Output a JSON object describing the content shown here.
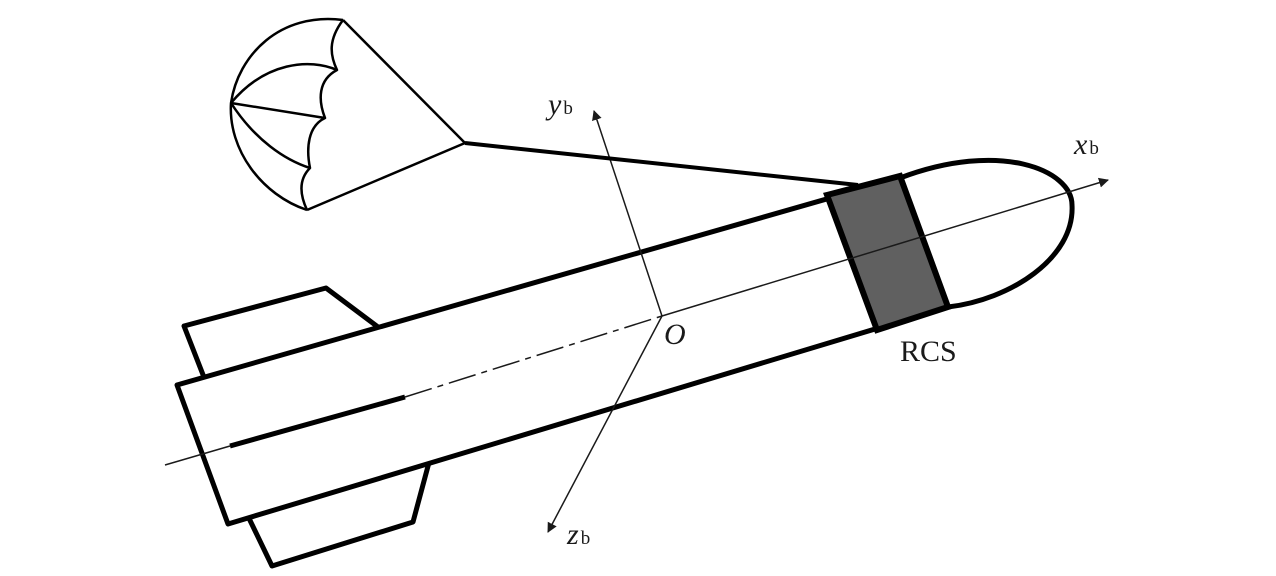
{
  "labels": {
    "axis_x": "x",
    "axis_x_sub": "b",
    "axis_y": "y",
    "axis_y_sub": "b",
    "axis_z": "z",
    "axis_z_sub": "b",
    "origin": "O",
    "rcs": "RCS"
  },
  "colors": {
    "stroke": "#000000",
    "axis": "#1a1a1a",
    "rcs_fill": "#606060",
    "background": "#ffffff"
  }
}
